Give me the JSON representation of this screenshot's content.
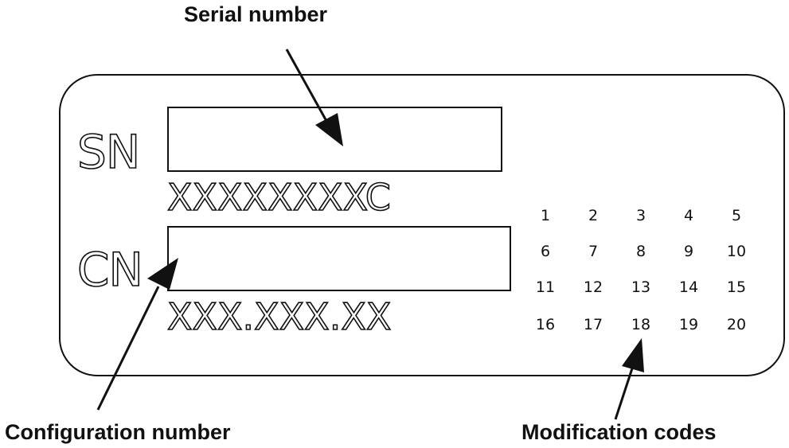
{
  "callouts": {
    "serial": "Serial number",
    "configuration": "Configuration number",
    "modification": "Modification codes"
  },
  "plate": {
    "sn_label": "SN",
    "cn_label": "CN",
    "sn_format": "XXXXXXXXC",
    "cn_format": "XXX.XXX.XX"
  },
  "modification_codes": [
    "1",
    "2",
    "3",
    "4",
    "5",
    "6",
    "7",
    "8",
    "9",
    "10",
    "11",
    "12",
    "13",
    "14",
    "15",
    "16",
    "17",
    "18",
    "19",
    "20"
  ]
}
